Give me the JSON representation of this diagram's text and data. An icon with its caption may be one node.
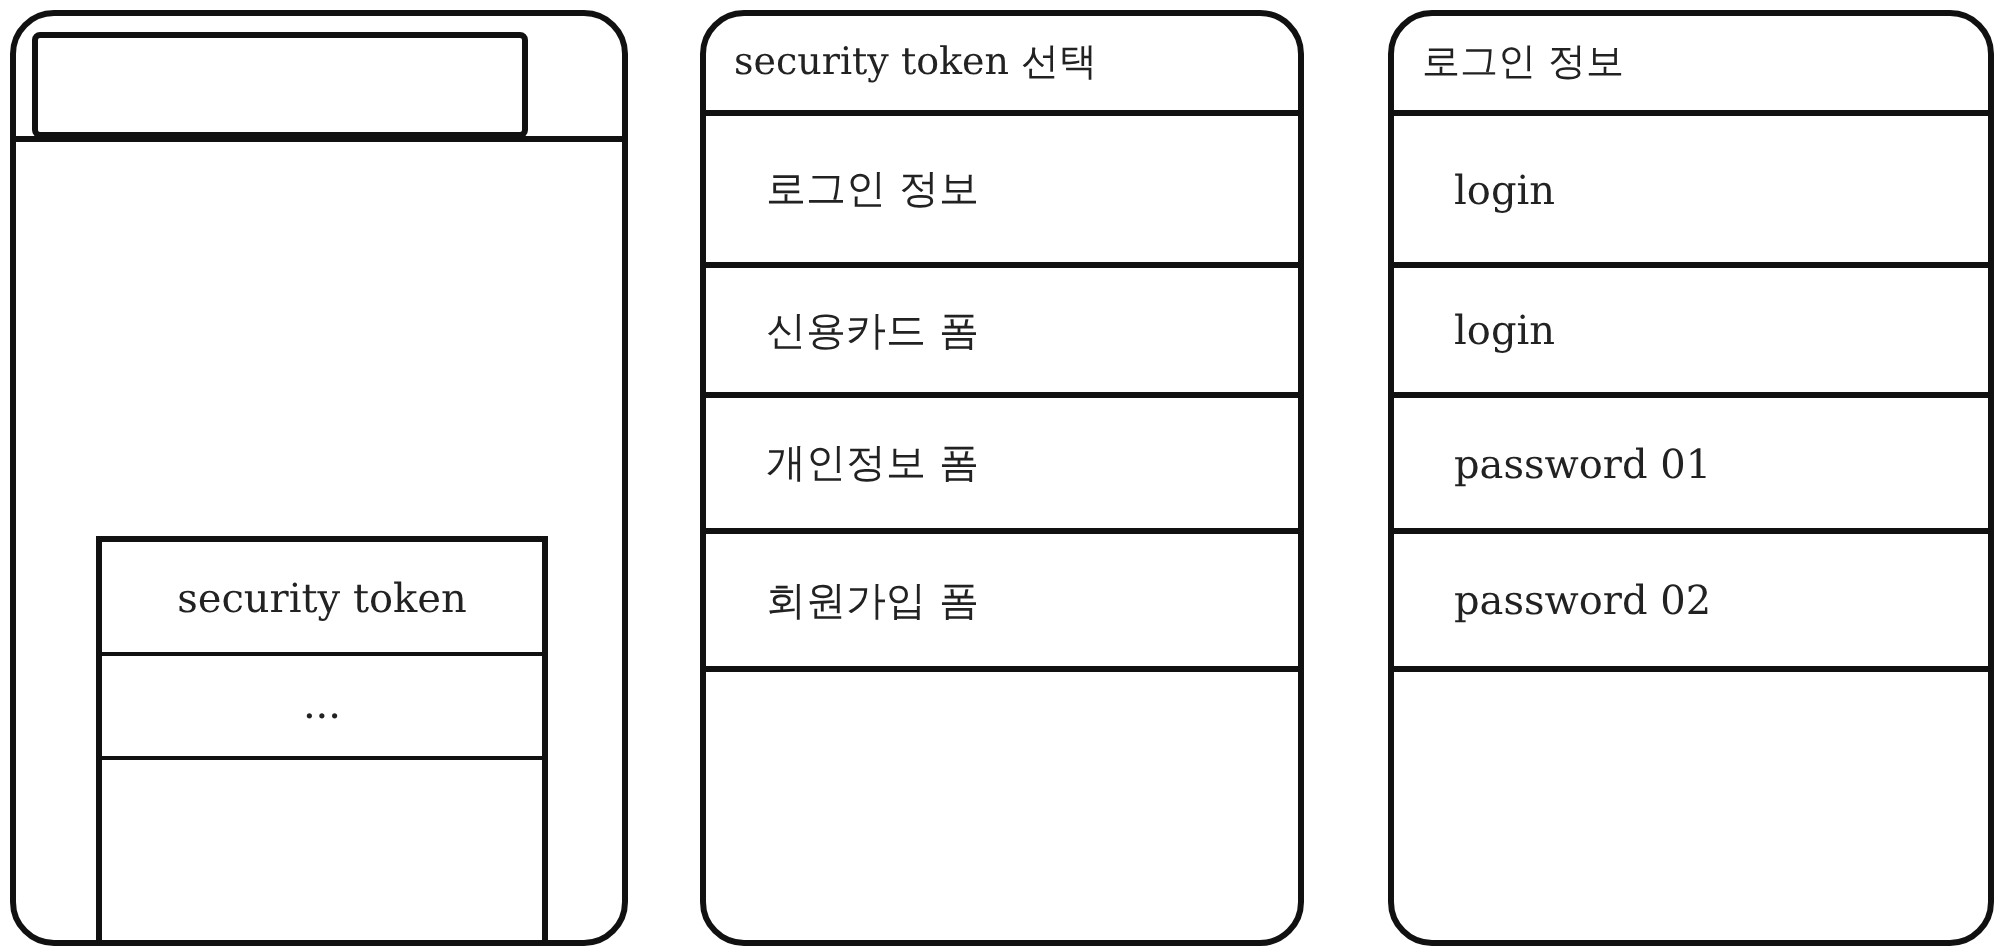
{
  "diagram": {
    "nodes": [
      {
        "text": [],
        "shape": "box"
      },
      {
        "text": [],
        "shape": "box",
        "in": 0
      },
      {
        "text": [
          "security token",
          "..."
        ],
        "in": 0
      },
      {
        "text": [
          "security token 선택"
        ]
      },
      {
        "text": [
          "로그인 정보"
        ],
        "in": 3
      },
      {
        "text": [
          "신용카드 폼"
        ],
        "in": 3
      },
      {
        "text": [
          "개인정보 폼"
        ],
        "in": 3
      },
      {
        "text": [
          "회원가입 폼"
        ],
        "in": 3
      },
      {
        "text": [
          "로그인 정보"
        ]
      },
      {
        "text": [
          "login"
        ],
        "in": 8
      },
      {
        "text": [
          "login"
        ],
        "in": 8
      },
      {
        "text": [
          "password 01"
        ],
        "in": 8
      },
      {
        "text": [
          "password 02"
        ],
        "in": 8
      }
    ]
  }
}
